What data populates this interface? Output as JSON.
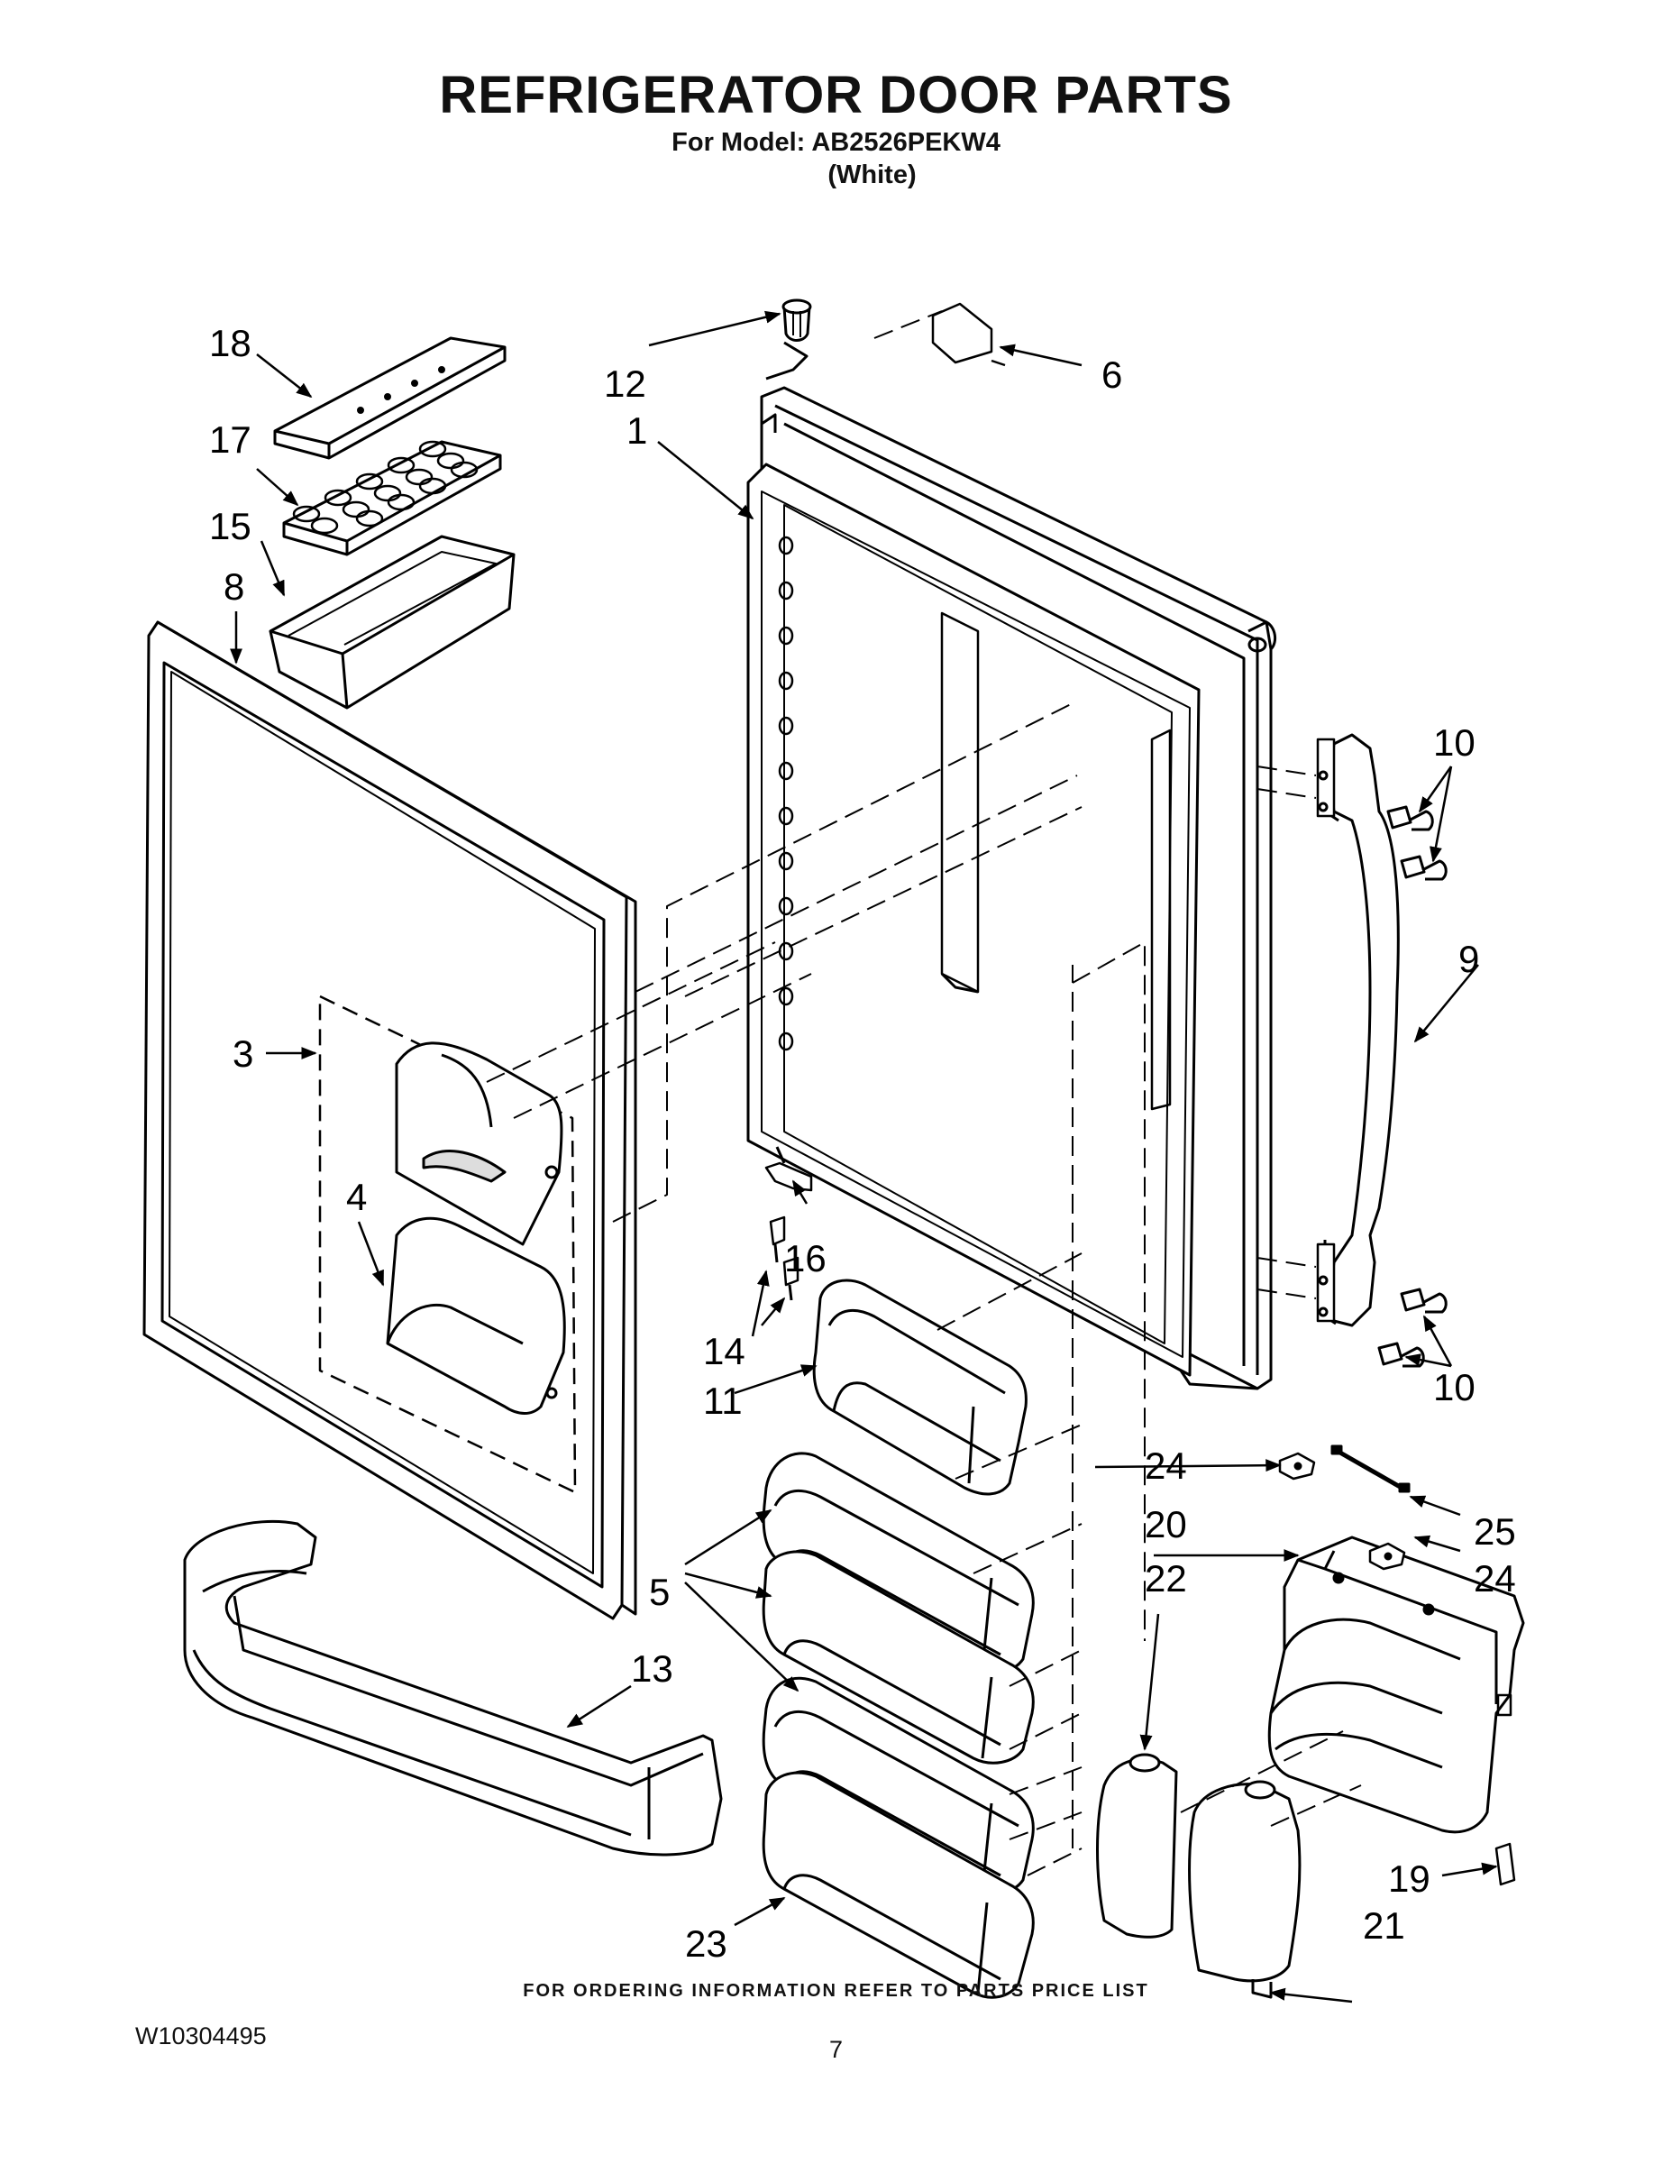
{
  "header": {
    "title": "REFRIGERATOR DOOR PARTS",
    "model_line": "For Model: AB2526PEKW4",
    "color_line": "(White)"
  },
  "callouts": {
    "c1": "1",
    "c3": "3",
    "c4": "4",
    "c5": "5",
    "c6": "6",
    "c8": "8",
    "c9": "9",
    "c10a": "10",
    "c10b": "10",
    "c11": "11",
    "c12": "12",
    "c13": "13",
    "c14": "14",
    "c15": "15",
    "c16": "16",
    "c17": "17",
    "c18": "18",
    "c19": "19",
    "c20": "20",
    "c21": "21",
    "c22": "22",
    "c23": "23",
    "c24a": "24",
    "c24b": "24",
    "c25": "25"
  },
  "footer": {
    "ordering_note": "FOR ORDERING INFORMATION REFER TO PARTS PRICE LIST",
    "document_number": "W10304495",
    "page_number": "7"
  }
}
